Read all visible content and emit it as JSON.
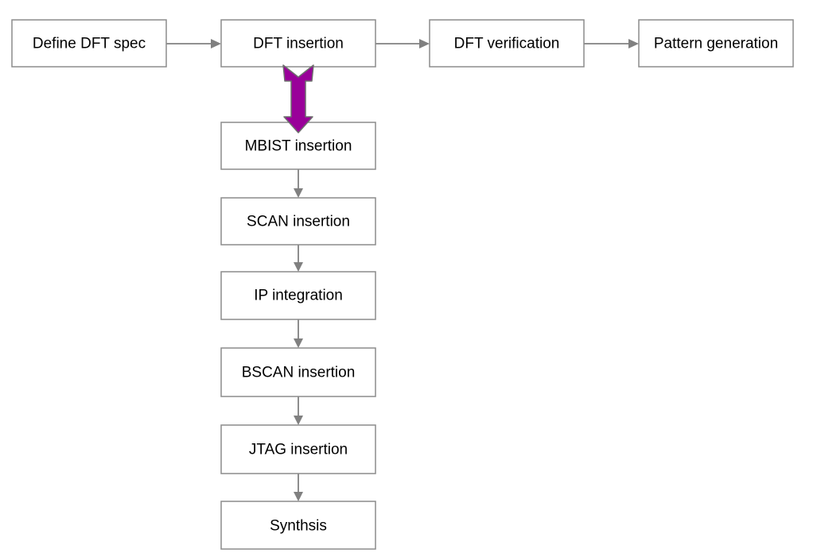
{
  "diagram": {
    "nodes": [
      {
        "id": "define",
        "label": "Define DFT spec"
      },
      {
        "id": "insertion",
        "label": "DFT insertion"
      },
      {
        "id": "verification",
        "label": "DFT verification"
      },
      {
        "id": "pattern",
        "label": "Pattern generation"
      },
      {
        "id": "mbist",
        "label": "MBIST insertion"
      },
      {
        "id": "scan",
        "label": "SCAN insertion"
      },
      {
        "id": "ip",
        "label": "IP integration"
      },
      {
        "id": "bscan",
        "label": "BSCAN insertion"
      },
      {
        "id": "jtag",
        "label": "JTAG insertion"
      },
      {
        "id": "synthesis",
        "label": "Synthsis"
      }
    ],
    "edges": [
      {
        "from": "define",
        "to": "insertion"
      },
      {
        "from": "insertion",
        "to": "verification"
      },
      {
        "from": "verification",
        "to": "pattern"
      },
      {
        "from": "insertion",
        "to": "mbist",
        "style": "block-arrow"
      },
      {
        "from": "mbist",
        "to": "scan"
      },
      {
        "from": "scan",
        "to": "ip"
      },
      {
        "from": "ip",
        "to": "bscan"
      },
      {
        "from": "bscan",
        "to": "jtag"
      },
      {
        "from": "jtag",
        "to": "synthesis"
      }
    ],
    "colors": {
      "box_border": "#8c8c8c",
      "connector": "#808080",
      "block_arrow_fill": "#990099",
      "block_arrow_stroke": "#6e6e6e"
    }
  }
}
